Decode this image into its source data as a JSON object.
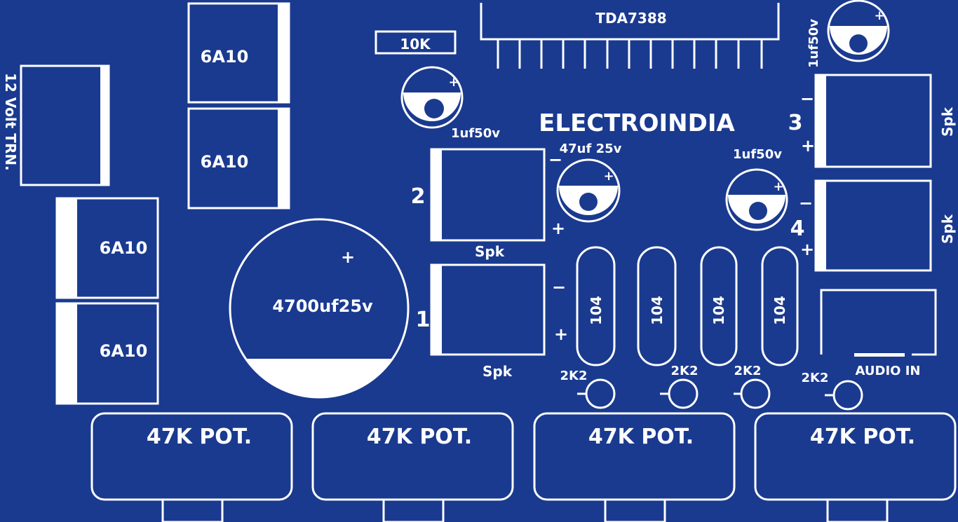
{
  "board": {
    "background": "#1a3a8f",
    "silkscreen_color": "#ffffff",
    "brand": "ELECTROINDIA",
    "ic": {
      "label": "TDA7388"
    },
    "resistor_10k": {
      "label": "10K"
    },
    "transformer": {
      "label": "12 Volt TRN."
    },
    "diodes": [
      "6A10",
      "6A10",
      "6A10",
      "6A10"
    ],
    "main_cap": {
      "label": "4700uf25v",
      "polarity": "+"
    },
    "small_caps": [
      "1uf50v",
      "1uf50v",
      "1uf50v",
      "47uf 25v"
    ],
    "cap_plus": "+",
    "ceramic_caps": [
      "104",
      "104",
      "104",
      "104"
    ],
    "resistors_2k2": [
      "2K2",
      "2K2",
      "2K2",
      "2K2"
    ],
    "speakers": [
      {
        "number": "1",
        "label": "Spk",
        "minus": "−",
        "plus": "+"
      },
      {
        "number": "2",
        "label": "Spk",
        "minus": "−",
        "plus": "+"
      },
      {
        "number": "3",
        "label": "Spk",
        "minus": "−",
        "plus": "+"
      },
      {
        "number": "4",
        "label": "Spk",
        "minus": "−",
        "plus": "+"
      }
    ],
    "audio_in": {
      "label": "AUDIO IN"
    },
    "pots": [
      "47K POT.",
      "47K POT.",
      "47K POT.",
      "47K POT."
    ]
  }
}
